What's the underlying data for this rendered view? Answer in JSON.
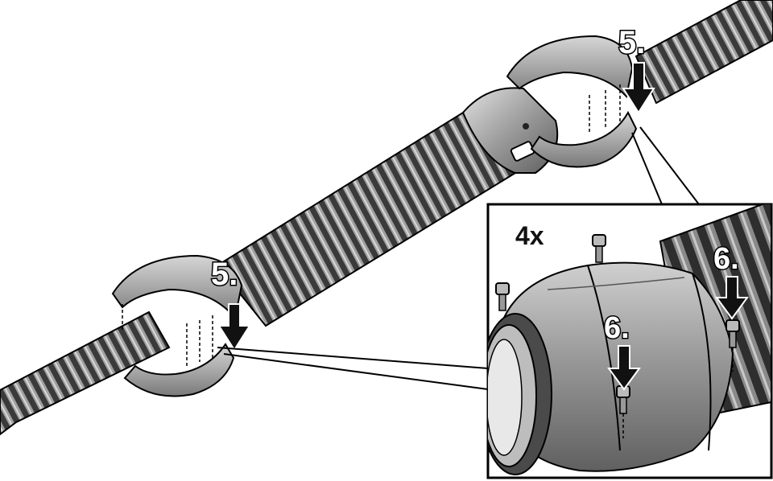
{
  "labels": {
    "step_top": "5.",
    "step_left": "5.",
    "step_inset_left": "6.",
    "step_inset_right": "6.",
    "quantity": "4x"
  },
  "colors": {
    "hose_dark": "#2b2b2b",
    "hose_light": "#9a9a9a",
    "clamp_light": "#bdbdbd",
    "clamp_mid": "#8c8c8c",
    "outline": "#000000"
  },
  "icons": {
    "arrow": "down-arrow-icon",
    "screw": "screw-icon"
  }
}
